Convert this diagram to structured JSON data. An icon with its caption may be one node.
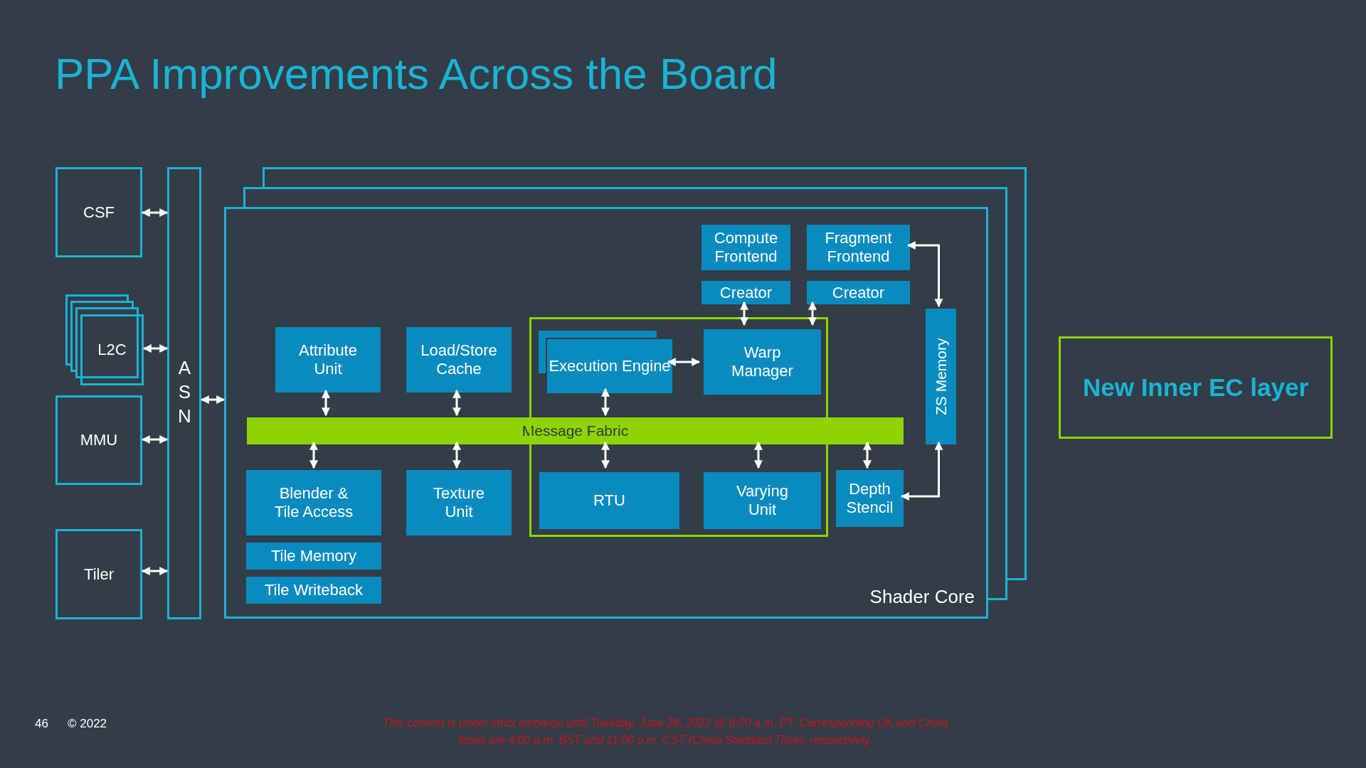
{
  "diagram": {
    "title": "PPA Improvements Across the Board",
    "nodes": [
      {
        "text": [
          "CSF"
        ]
      },
      {
        "text": [
          "L2C"
        ]
      },
      {
        "text": [
          "MMU"
        ]
      },
      {
        "text": [
          "Tiler"
        ]
      },
      {
        "text": [
          "ASN"
        ]
      },
      {
        "text": [
          "Shader Core"
        ]
      },
      {
        "text": [
          "Compute Frontend"
        ],
        "in": 5
      },
      {
        "text": [
          "Fragment Frontend"
        ],
        "in": 5
      },
      {
        "text": [
          "Creator"
        ],
        "in": 5
      },
      {
        "text": [
          "Creator"
        ],
        "in": 5
      },
      {
        "text": [],
        "shape": "box",
        "in": 5
      },
      {
        "text": [
          "Attribute Unit"
        ],
        "in": 5
      },
      {
        "text": [
          "Load/Store Cache"
        ],
        "in": 5
      },
      {
        "text": [
          "Execution Engine"
        ],
        "in": 10
      },
      {
        "text": [
          "Warp Manager"
        ],
        "in": 10
      },
      {
        "text": [
          "ZS Memory"
        ],
        "in": 5
      },
      {
        "text": [
          "Message Fabric"
        ],
        "in": 5
      },
      {
        "text": [
          "Blender & Tile Access"
        ],
        "in": 5
      },
      {
        "text": [
          "Texture Unit"
        ],
        "in": 5
      },
      {
        "text": [
          "RTU"
        ],
        "in": 10
      },
      {
        "text": [
          "Varying Unit"
        ],
        "in": 10
      },
      {
        "text": [
          "Depth Stencil"
        ],
        "in": 5
      },
      {
        "text": [
          "Tile Memory"
        ],
        "in": 5
      },
      {
        "text": [
          "Tile Writeback"
        ],
        "in": 5
      },
      {
        "text": [
          "New Inner EC layer"
        ]
      }
    ],
    "edges": [
      {
        "from": 0,
        "to": 4,
        "arrow": "both"
      },
      {
        "from": 1,
        "to": 4,
        "arrow": "both"
      },
      {
        "from": 2,
        "to": 4,
        "arrow": "both"
      },
      {
        "from": 3,
        "to": 4,
        "arrow": "both"
      },
      {
        "from": 4,
        "to": 5,
        "arrow": "both"
      },
      {
        "from": 8,
        "to": 14,
        "arrow": "both"
      },
      {
        "from": 9,
        "to": 14,
        "arrow": "both"
      },
      {
        "from": 13,
        "to": 14,
        "arrow": "both"
      },
      {
        "from": 7,
        "to": 15,
        "arrow": "both"
      },
      {
        "from": 11,
        "to": 16,
        "arrow": "both"
      },
      {
        "from": 12,
        "to": 16,
        "arrow": "both"
      },
      {
        "from": 13,
        "to": 16,
        "arrow": "both"
      },
      {
        "from": 16,
        "to": 17,
        "arrow": "both"
      },
      {
        "from": 16,
        "to": 18,
        "arrow": "both"
      },
      {
        "from": 16,
        "to": 19,
        "arrow": "both"
      },
      {
        "from": 16,
        "to": 20,
        "arrow": "both"
      },
      {
        "from": 16,
        "to": 21,
        "arrow": "both"
      },
      {
        "from": 15,
        "to": 21,
        "arrow": "both"
      }
    ],
    "labels": [
      "46",
      "© 2022",
      "This content is under strict embargo until Tuesday, June 28, 2022 @ 8:00 a.m. PT. Corresponding UK and China times are 4:00 p.m. BST and 11:00 p.m. CST (China Standard Time), respectively."
    ]
  }
}
